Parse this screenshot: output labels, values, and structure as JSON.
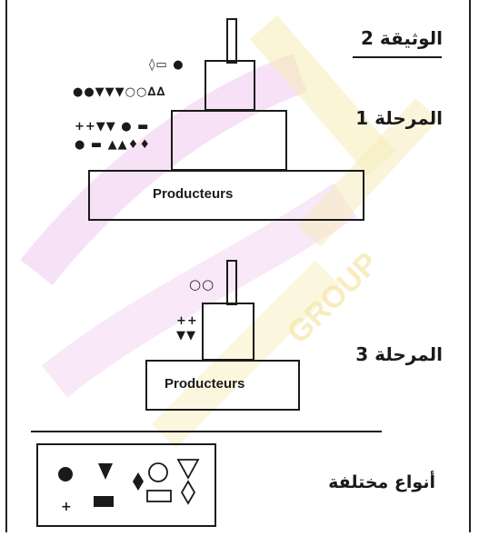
{
  "document": {
    "title": "الوثيقة 2",
    "stage1_label": "المرحلة 1",
    "stage3_label": "المرحلة 3",
    "producers_label": "Producteurs",
    "legend_label": "أنواع مختلفة"
  },
  "stage1": {
    "symbols_top": "◊▭ ●",
    "symbols_mid": "●●▼▼▼○○∆∆",
    "symbols_low1": "++▼▼ ● ▬",
    "symbols_low2": "● ▬ ▲▲♦♦"
  },
  "stage3": {
    "symbols_top": "○○",
    "symbols_mid": "++",
    "symbols_low": "▼▼"
  },
  "watermark": {
    "text": "GROUP",
    "colors": [
      "#e9b7e6",
      "#f5e6a8"
    ]
  }
}
